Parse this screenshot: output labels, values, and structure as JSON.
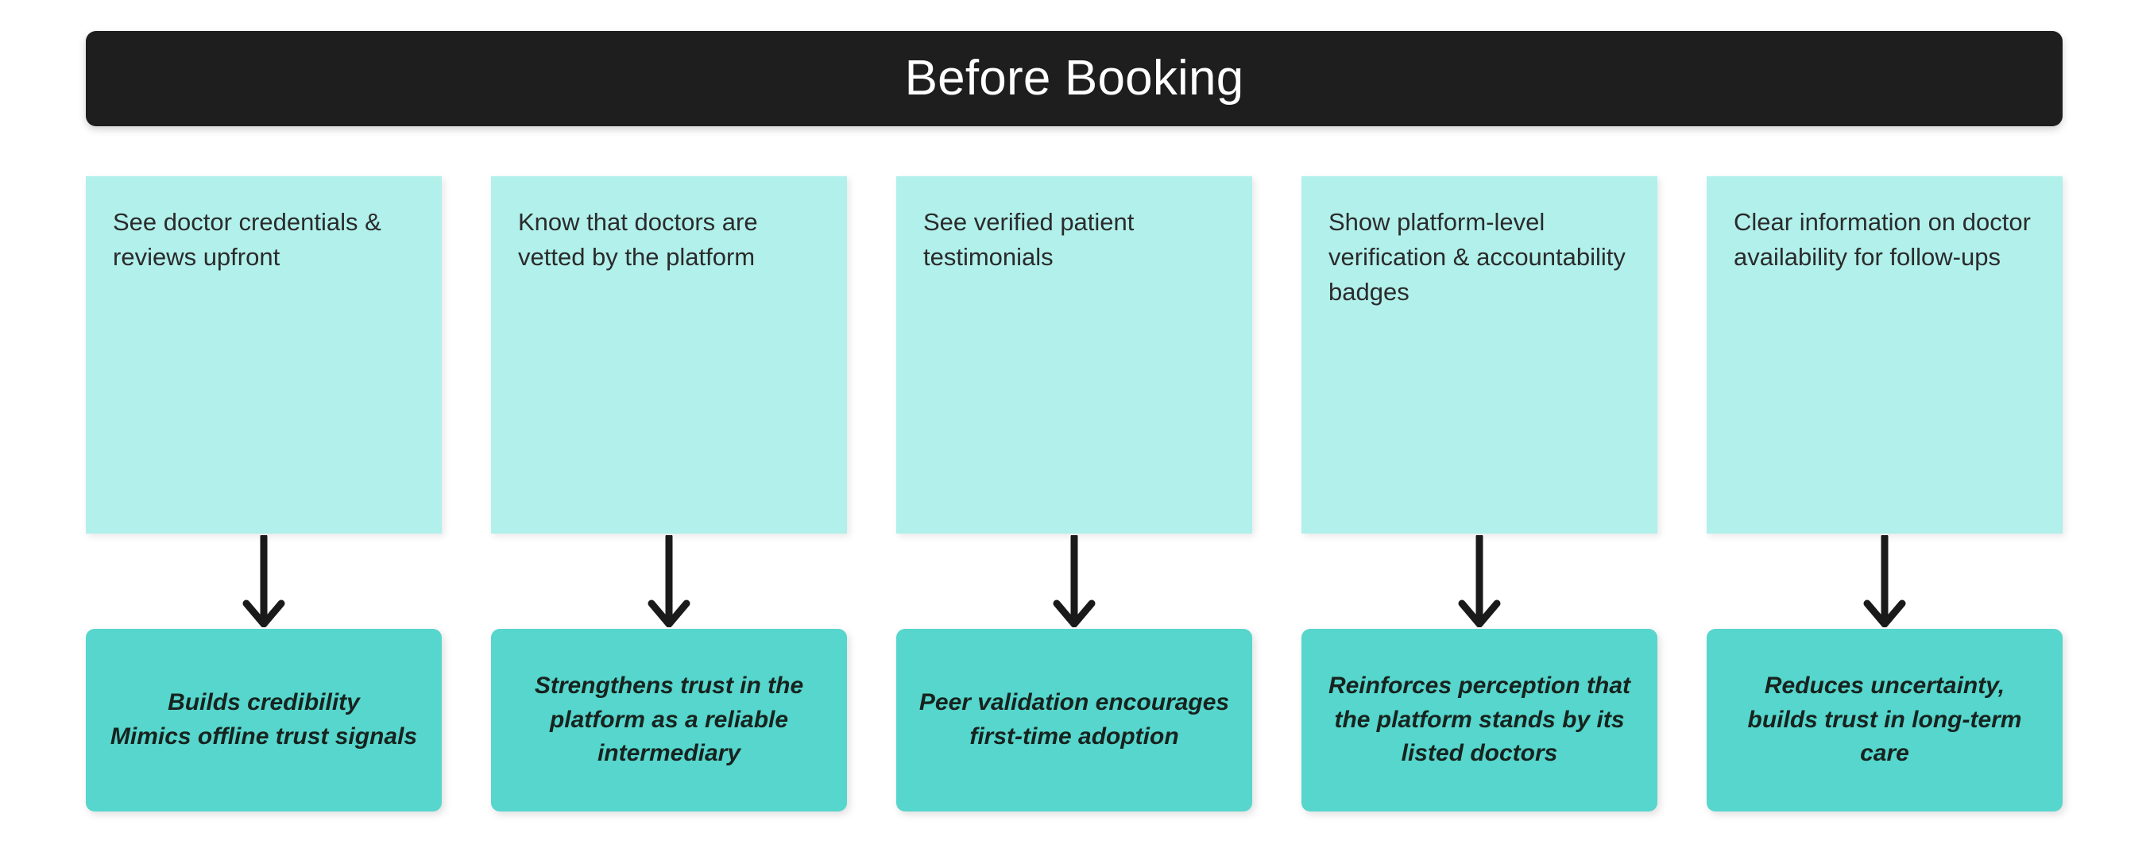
{
  "palette": {
    "page_background": "#ffffff",
    "header_background": "#1e1e1e",
    "header_text": "#ffffff",
    "feature_card_background": "#b1f0eb",
    "feature_card_text": "#2b2b2b",
    "outcome_box_background": "#56d6cc",
    "outcome_box_text": "#17231f",
    "arrow_color": "#1a1a1a"
  },
  "header": {
    "title": "Before Booking"
  },
  "diagram": {
    "type": "flow",
    "direction": "top-to-bottom",
    "column_count": 5,
    "connector_icon": "down-arrow-icon",
    "columns": [
      {
        "feature": "See doctor credentials & reviews upfront",
        "outcome": "Builds credibility\nMimics offline trust signals"
      },
      {
        "feature": "Know that doctors are vetted by the platform",
        "outcome": "Strengthens trust in the platform as a reliable intermediary"
      },
      {
        "feature": "See verified patient testimonials",
        "outcome": "Peer validation encourages first-time adoption"
      },
      {
        "feature": "Show platform-level verification & accountability badges",
        "outcome": "Reinforces perception that the platform stands by its listed doctors"
      },
      {
        "feature": "Clear information on doctor availability for follow-ups",
        "outcome": "Reduces uncertainty, builds trust in long-term care"
      }
    ]
  }
}
